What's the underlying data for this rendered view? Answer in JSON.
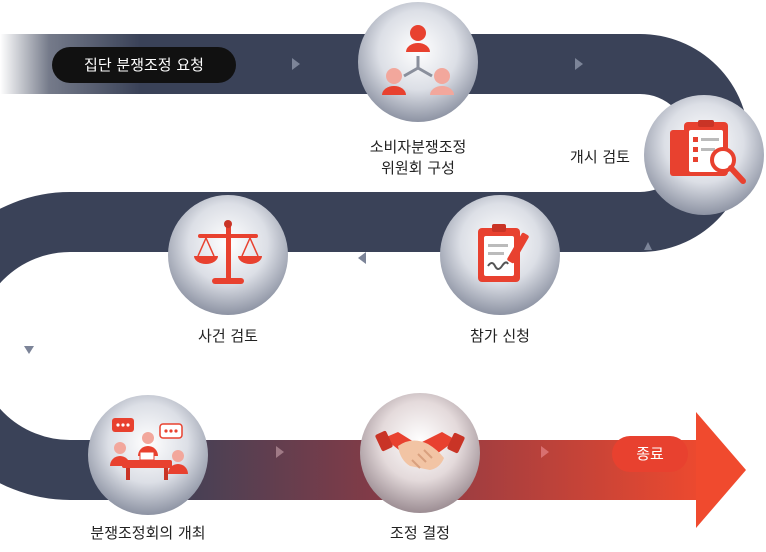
{
  "start_label": "집단 분쟁조정 요청",
  "end_label": "종료",
  "colors": {
    "road": "#3a4258",
    "accent": "#e8412f",
    "end_arrow": "#f04a2e"
  },
  "steps": [
    {
      "id": "committee",
      "label": "소비자분쟁조정\n위원회 구성",
      "icon": "people-network-icon"
    },
    {
      "id": "start-review",
      "label": "개시 검토",
      "icon": "clipboard-magnifier-icon"
    },
    {
      "id": "participation",
      "label": "참가 신청",
      "icon": "signed-document-icon"
    },
    {
      "id": "case-review",
      "label": "사건 검토",
      "icon": "scales-icon"
    },
    {
      "id": "meeting",
      "label": "분쟁조정회의 개최",
      "icon": "meeting-table-icon"
    },
    {
      "id": "decision",
      "label": "조정 결정",
      "icon": "handshake-icon"
    }
  ]
}
